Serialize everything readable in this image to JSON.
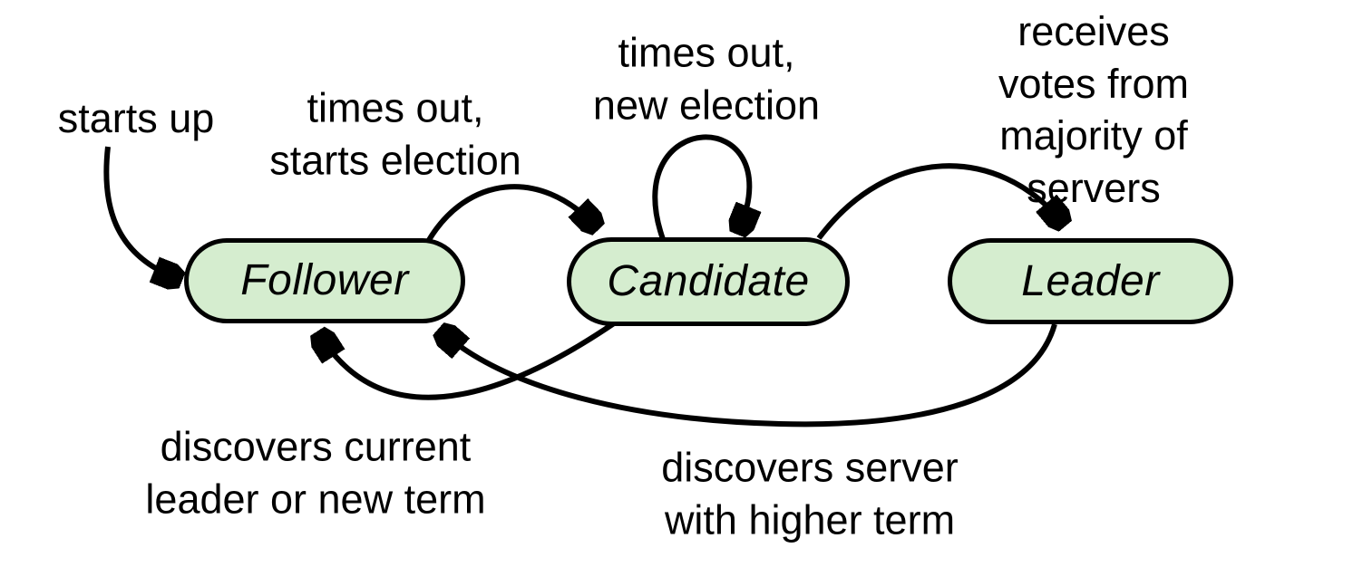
{
  "diagram": {
    "type": "state-machine",
    "colors": {
      "background": "#ffffff",
      "state-fill": "#d5edcf",
      "line": "#000000",
      "text": "#000000"
    },
    "states": [
      {
        "id": "follower",
        "label": "Follower"
      },
      {
        "id": "candidate",
        "label": "Candidate"
      },
      {
        "id": "leader",
        "label": "Leader"
      }
    ],
    "transitions": [
      {
        "from": "start",
        "to": "follower",
        "label": "starts up"
      },
      {
        "from": "follower",
        "to": "candidate",
        "label": "times out,\nstarts election"
      },
      {
        "from": "candidate",
        "to": "candidate",
        "label": "times out,\nnew election"
      },
      {
        "from": "candidate",
        "to": "leader",
        "label": "receives votes from\nmajority of servers"
      },
      {
        "from": "candidate",
        "to": "follower",
        "label": "discovers current\nleader or new term"
      },
      {
        "from": "leader",
        "to": "follower",
        "label": "discovers server\nwith higher term"
      }
    ]
  }
}
